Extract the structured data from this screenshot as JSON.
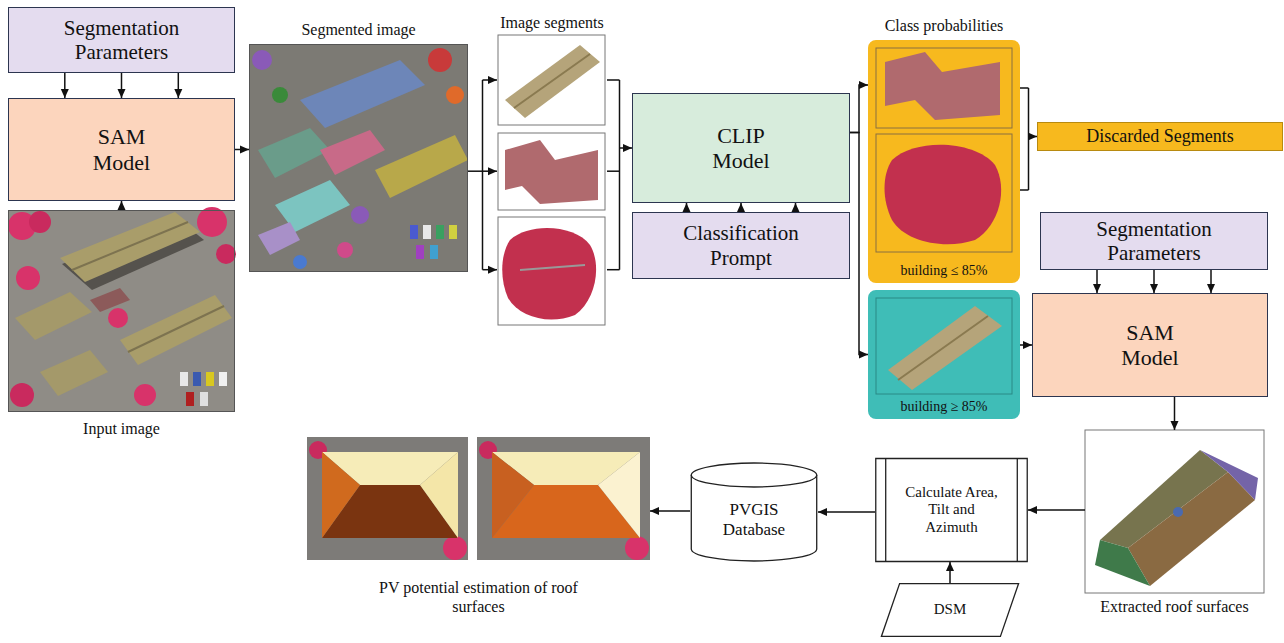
{
  "diagram": {
    "nodes": [
      {
        "text": [
          "Segmentation Parameters"
        ]
      },
      {
        "text": [
          "SAM Model"
        ]
      },
      {
        "text": [
          "Input image"
        ]
      },
      {
        "text": [
          "Segmented image"
        ]
      },
      {
        "text": [
          "Image segments"
        ]
      },
      {
        "text": [
          "CLIP Model"
        ]
      },
      {
        "text": [
          "Classification Prompt"
        ]
      },
      {
        "text": [
          "Class probabilities",
          "building ≤ 85%"
        ]
      },
      {
        "text": [
          "Discarded Segments"
        ]
      },
      {
        "text": [
          "building ≥ 85%"
        ]
      },
      {
        "text": [
          "Segmentation Parameters"
        ]
      },
      {
        "text": [
          "SAM Model"
        ]
      },
      {
        "text": [
          "Extracted roof surfaces"
        ]
      },
      {
        "text": [
          "Calculate Area, Tilt and Azimuth"
        ]
      },
      {
        "text": [
          "DSM"
        ]
      },
      {
        "text": [
          "PVGIS Database"
        ]
      },
      {
        "text": [
          "PV potential estimation of roof surfaces"
        ]
      }
    ],
    "edges": [
      {
        "from": 0,
        "to": 1,
        "arrow": "to"
      },
      {
        "from": 2,
        "to": 1,
        "arrow": "to"
      },
      {
        "from": 1,
        "to": 3,
        "arrow": "to"
      },
      {
        "from": 3,
        "to": 4,
        "arrow": "to"
      },
      {
        "from": 4,
        "to": 5,
        "arrow": "to"
      },
      {
        "from": 6,
        "to": 5,
        "arrow": "to"
      },
      {
        "from": 5,
        "to": 7,
        "arrow": "to"
      },
      {
        "from": 5,
        "to": 9,
        "arrow": "to"
      },
      {
        "from": 7,
        "to": 8,
        "arrow": "to"
      },
      {
        "from": 9,
        "to": 11,
        "arrow": "to"
      },
      {
        "from": 10,
        "to": 11,
        "arrow": "to"
      },
      {
        "from": 11,
        "to": 12,
        "arrow": "to"
      },
      {
        "from": 12,
        "to": 13,
        "arrow": "to"
      },
      {
        "from": 14,
        "to": 13,
        "arrow": "to"
      },
      {
        "from": 13,
        "to": 15,
        "arrow": "to"
      },
      {
        "from": 15,
        "to": 16,
        "arrow": "to"
      }
    ]
  }
}
